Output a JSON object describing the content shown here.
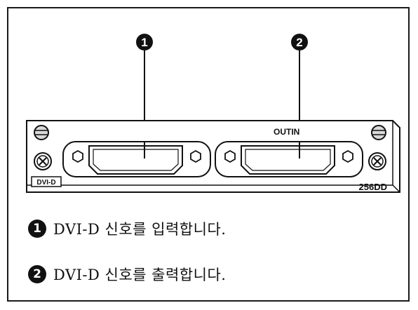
{
  "callouts": {
    "one": "1",
    "two": "2"
  },
  "panel": {
    "outin_label": "OUTIN",
    "type_badge": "DVI-D",
    "model": "256DD"
  },
  "legend": [
    {
      "number": "1",
      "text": "DVI-D 신호를 입력합니다."
    },
    {
      "number": "2",
      "text": "DVI-D 신호를 출력합니다."
    }
  ],
  "colors": {
    "ink": "#111111",
    "panel_fill": "#ffffff",
    "screw_fill": "#d9d9d9"
  }
}
